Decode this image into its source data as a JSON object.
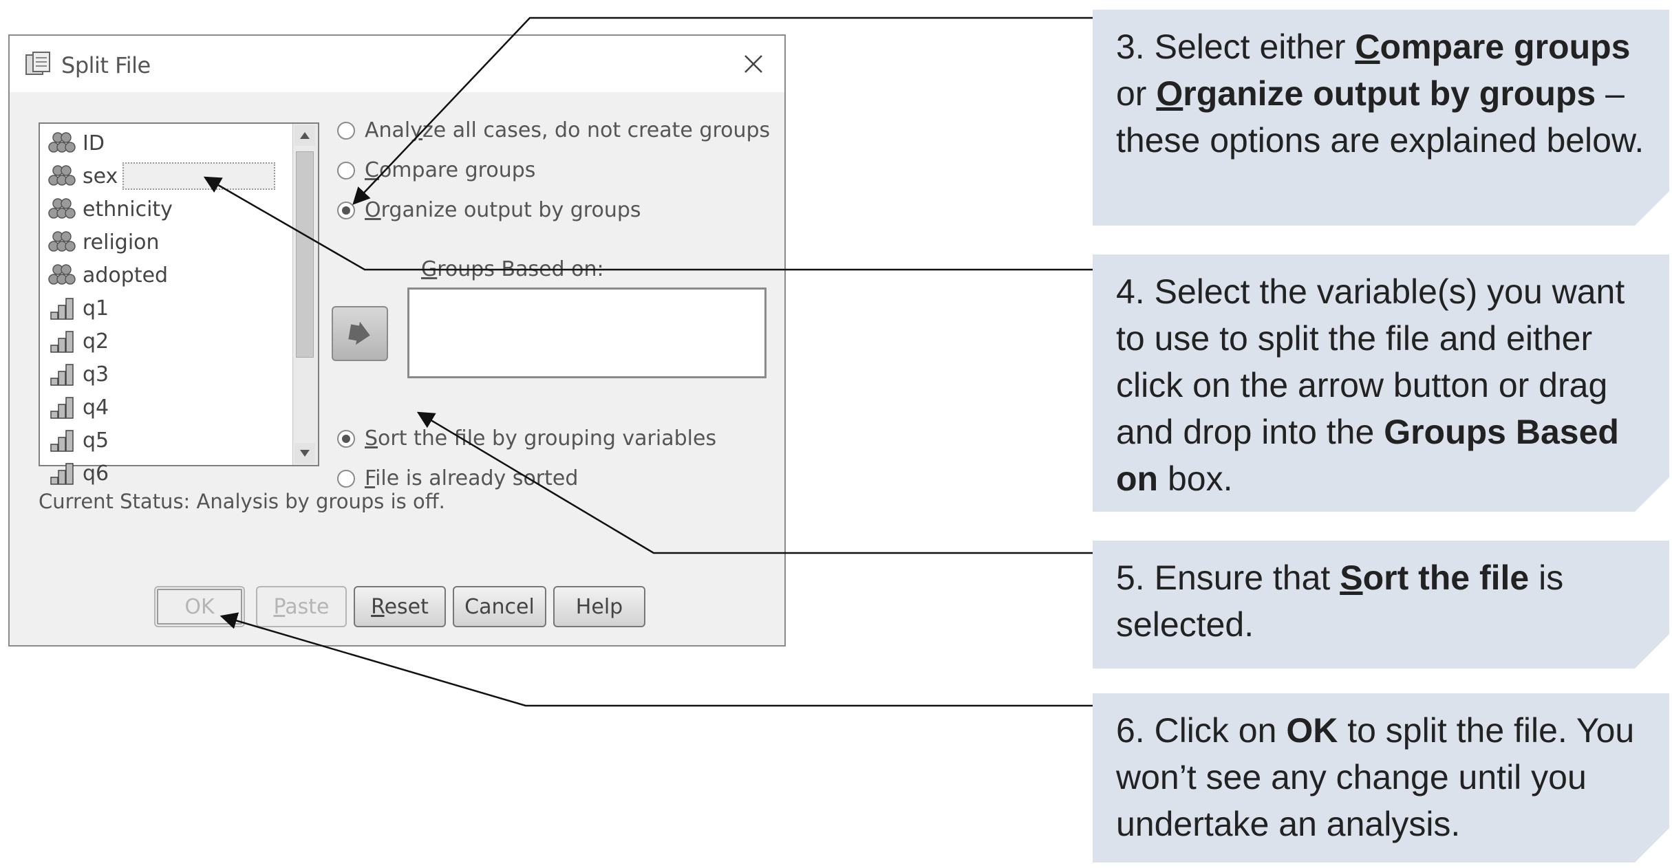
{
  "dialog": {
    "title": "Split File",
    "variables": [
      "ID",
      "sex",
      "ethnicity",
      "religion",
      "adopted",
      "q1",
      "q2",
      "q3",
      "q4",
      "q5",
      "q6"
    ],
    "selected_variable": "sex",
    "radio_analyze": {
      "pre": "Anal",
      "u": "y",
      "post": "ze all cases, do not create groups"
    },
    "radio_compare": {
      "pre": "",
      "u": "C",
      "post": "ompare groups"
    },
    "radio_organize": {
      "pre": "",
      "u": "O",
      "post": "rganize output by groups"
    },
    "groups_label": {
      "pre": "",
      "u": "G",
      "post": "roups Based on:"
    },
    "radio_sort": {
      "pre": "",
      "u": "S",
      "post": "ort the file by grouping variables"
    },
    "radio_sorted": {
      "pre": "",
      "u": "F",
      "post": "ile is already sorted"
    },
    "status": "Current Status: Analysis by groups is off.",
    "buttons": {
      "ok": "OK",
      "paste": {
        "pre": "",
        "u": "P",
        "post": "aste"
      },
      "reset": {
        "pre": "",
        "u": "R",
        "post": "eset"
      },
      "cancel": "Cancel",
      "help": "Help"
    }
  },
  "callouts": {
    "c3": {
      "num": "3. Select either ",
      "b1_u": "C",
      "b1": "ompare groups",
      "mid": " or ",
      "b2_u": "O",
      "b2": "rganize output by groups",
      "tail": " – these options are explained below."
    },
    "c4": {
      "text": "4. Select the variable(s) you want to use to split the file and either click on the arrow button or drag and drop into the ",
      "bold": "Groups Based on",
      "tail": " box."
    },
    "c5": {
      "text": "5. Ensure that ",
      "b_u": "S",
      "bold": "ort the file",
      "tail": " is selected."
    },
    "c6": {
      "text": "6. Click on ",
      "bold": "OK",
      "tail": " to split the file. You won’t see any change until you undertake an analysis."
    }
  },
  "colors": {
    "callout_bg": "#dbe2ec",
    "dialog_bg": "#f0f0f0"
  }
}
